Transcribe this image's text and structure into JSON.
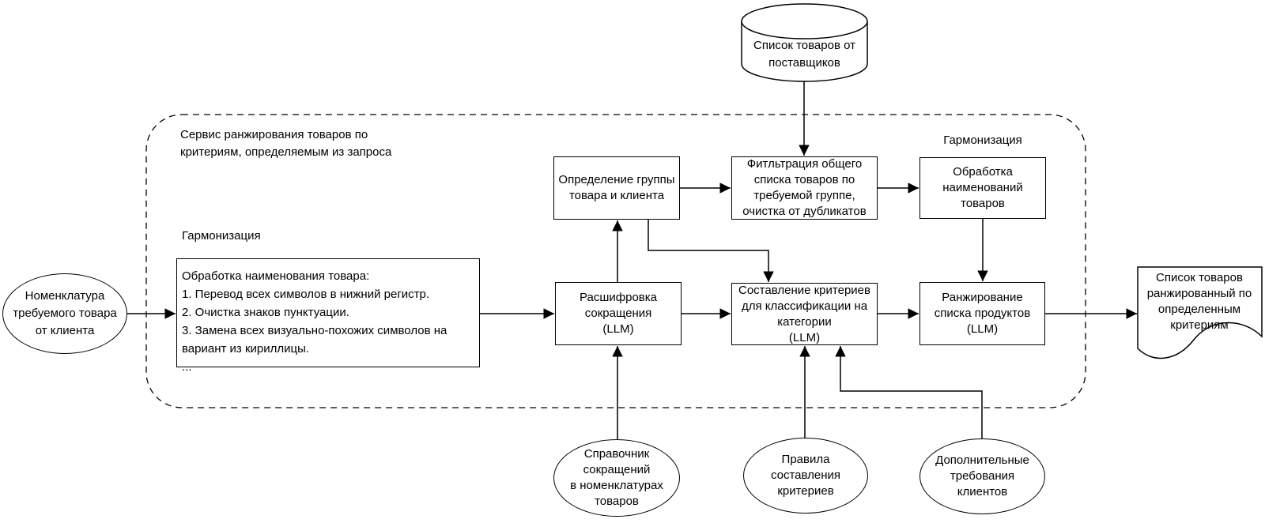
{
  "diagram": {
    "container_label": "Сервис ранжирования товаров по\nкритериям, определяемым из запроса",
    "labels": {
      "harmonization_left": "Гармонизация",
      "harmonization_right": "Гармонизация"
    },
    "nodes": {
      "supplier_db": "Список товаров от\nпоставщиков",
      "client_nomenclature": "Номенклатура\nтребуемого товара\nот клиента",
      "name_processing": "Обработка наименования товара:\n1. Перевод всех символов в нижний регистр.\n2. Очистка знаков пунктуации.\n3. Замена всех визуально-похожих символов на\nвариант из кириллицы.\n...",
      "group_detection": "Определение группы\nтовара и клиента",
      "filtering": "Фитльтрация общего\nсписка товаров по\nтребуемой группе,\nочистка от дубликатов",
      "product_names_processing": "Обработка\nнаименований\nтоваров",
      "abbreviation_decoding": "Расшифровка\nсокращения\n(LLM)",
      "criteria_composition": "Составление критериев\nдля классификации на\nкатегории\n(LLM)",
      "ranking": "Ранжирование\nсписка продуктов\n(LLM)",
      "ranked_list": "Список товаров\nранжированный по\nопределенным\nкритериям",
      "abbreviations_dictionary": "Справочник\nсокращений\nв номенклатурах\nтоваров",
      "criteria_rules": "Правила\nсоставления\nкритериев",
      "additional_requirements": "Дополнительные\nтребования\nклиентов"
    },
    "colors": {
      "stroke": "#000000",
      "background": "#ffffff"
    }
  }
}
